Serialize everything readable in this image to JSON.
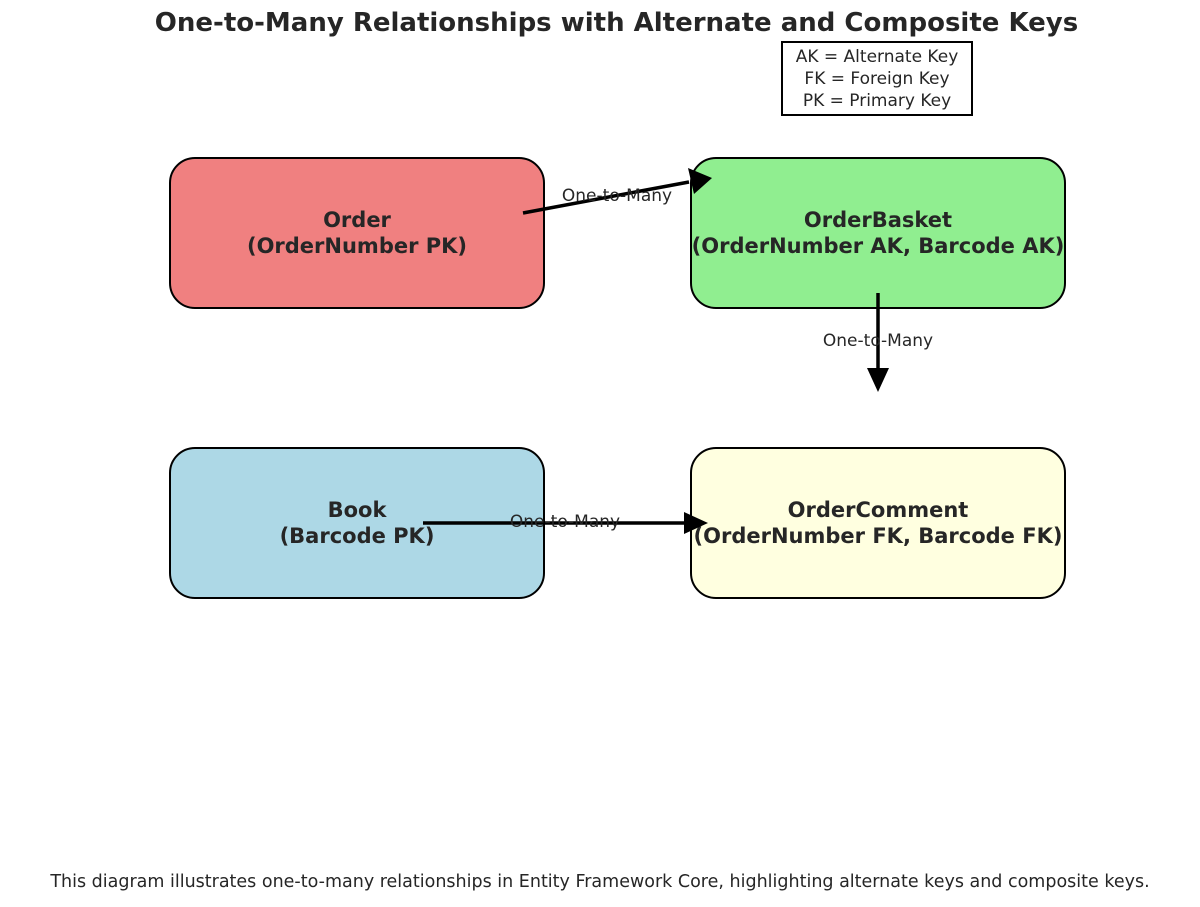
{
  "title": "One-to-Many Relationships with Alternate and Composite Keys",
  "legend": {
    "lines": [
      "AK = Alternate Key",
      "FK = Foreign Key",
      "PK = Primary Key"
    ]
  },
  "entities": {
    "order": {
      "name": "Order",
      "keys": "(OrderNumber PK)",
      "color": "#f08080"
    },
    "order_basket": {
      "name": "OrderBasket",
      "keys": "(OrderNumber AK, Barcode AK)",
      "color": "#90ee90"
    },
    "book": {
      "name": "Book",
      "keys": "(Barcode PK)",
      "color": "#add8e6"
    },
    "order_comment": {
      "name": "OrderComment",
      "keys": "(OrderNumber FK, Barcode FK)",
      "color": "#ffffe0"
    }
  },
  "relationships": [
    {
      "from": "Order",
      "to": "OrderBasket",
      "label": "One-to-Many"
    },
    {
      "from": "OrderBasket",
      "to": "OrderComment",
      "label": "One-to-Many"
    },
    {
      "from": "Book",
      "to": "OrderComment",
      "label": "One-to-Many"
    }
  ],
  "footer": "This diagram illustrates one-to-many relationships in Entity Framework Core, highlighting alternate keys and composite keys."
}
